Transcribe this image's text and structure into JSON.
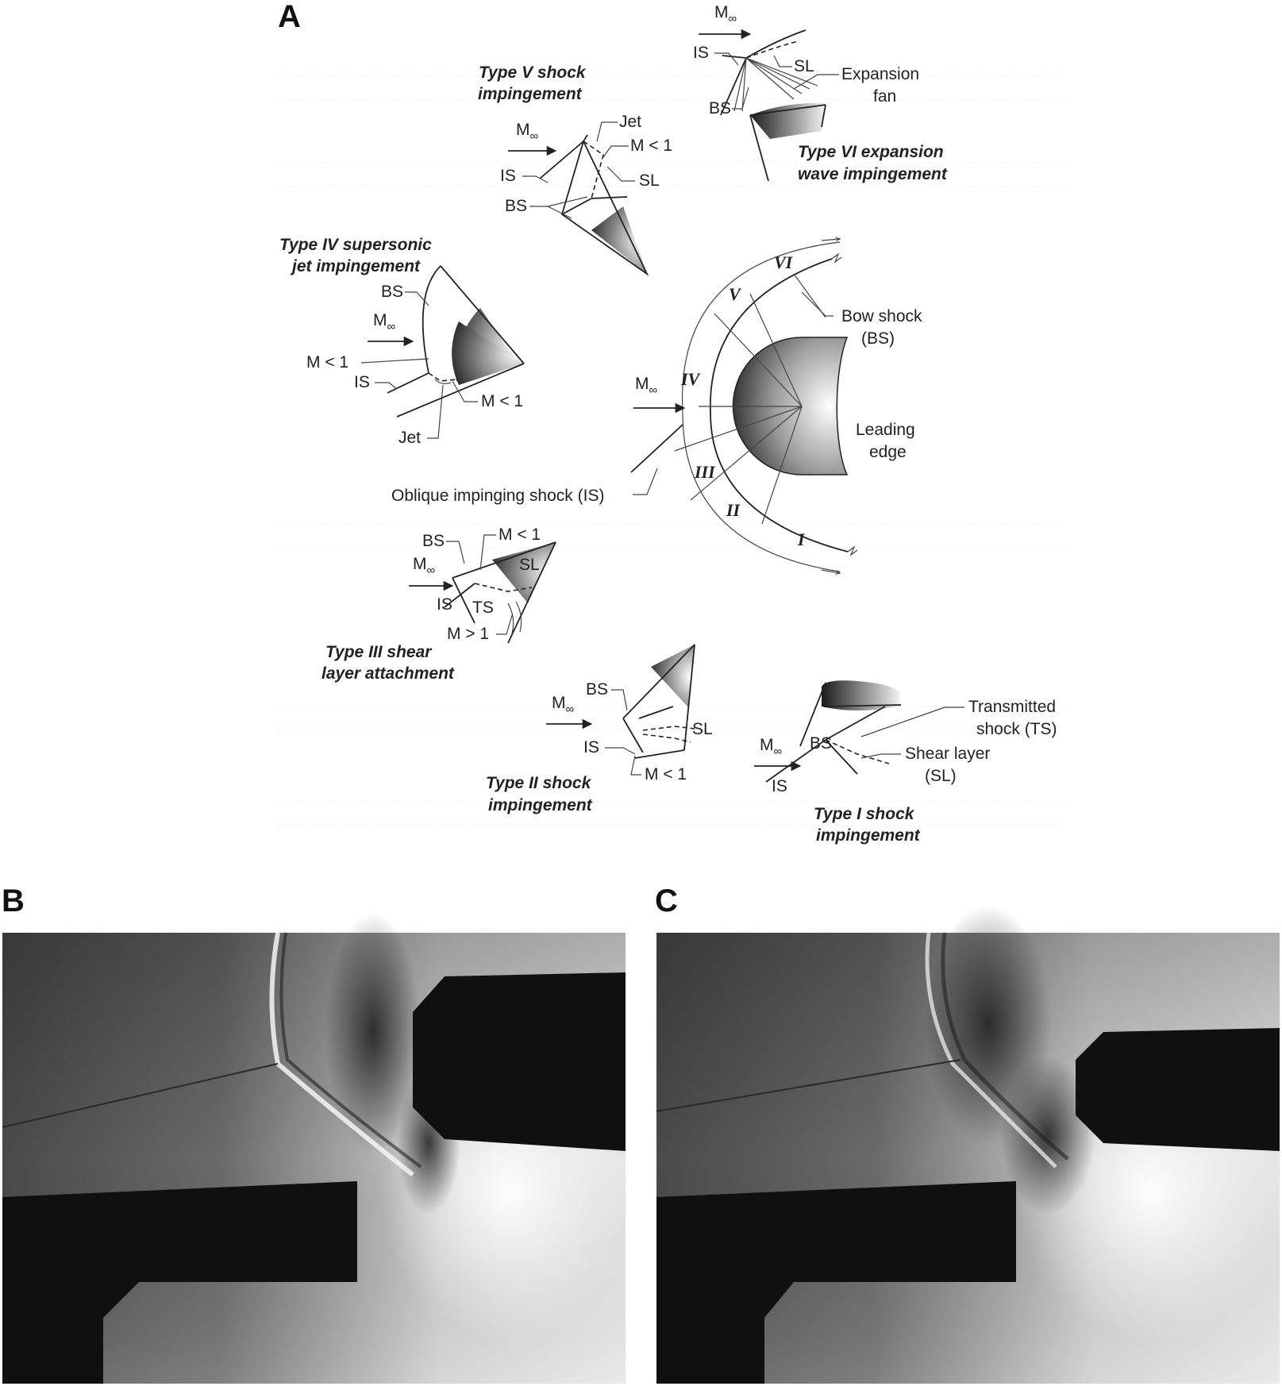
{
  "panels": {
    "a": "A",
    "b": "B",
    "c": "C"
  },
  "types": {
    "t1": [
      "Type  I  shock",
      "impingement"
    ],
    "t2": [
      "Type  II  shock",
      "impingement"
    ],
    "t3": [
      "Type  III  shear",
      "layer attachment"
    ],
    "t4": [
      "Type  IV supersonic",
      "jet impingement"
    ],
    "t5": [
      "Type V shock",
      "impingement"
    ],
    "t6": [
      "Type  VI  expansion",
      "wave impingement"
    ]
  },
  "labels": {
    "minf": "M",
    "inf_sub": "∞",
    "is": "IS",
    "bs": "BS",
    "sl": "SL",
    "ts": "TS",
    "jet": "Jet",
    "m_lt_1": "M < 1",
    "m_gt_1": "M > 1",
    "expansion_fan": [
      "Expansion",
      "fan"
    ],
    "bow_shock": [
      "Bow shock",
      "(BS)"
    ],
    "leading_edge": [
      "Leading",
      "edge"
    ],
    "oblique_shock": "Oblique impinging shock (IS)",
    "transmitted_shock": [
      "Transmitted",
      "shock (TS)"
    ],
    "shear_layer": [
      "Shear layer",
      "(SL)"
    ]
  },
  "regions": [
    "I",
    "II",
    "III",
    "IV",
    "V",
    "VI"
  ],
  "colors": {
    "ink": "#222222",
    "photo_dark": "#101010",
    "photo_light": "#f2f2f2"
  }
}
